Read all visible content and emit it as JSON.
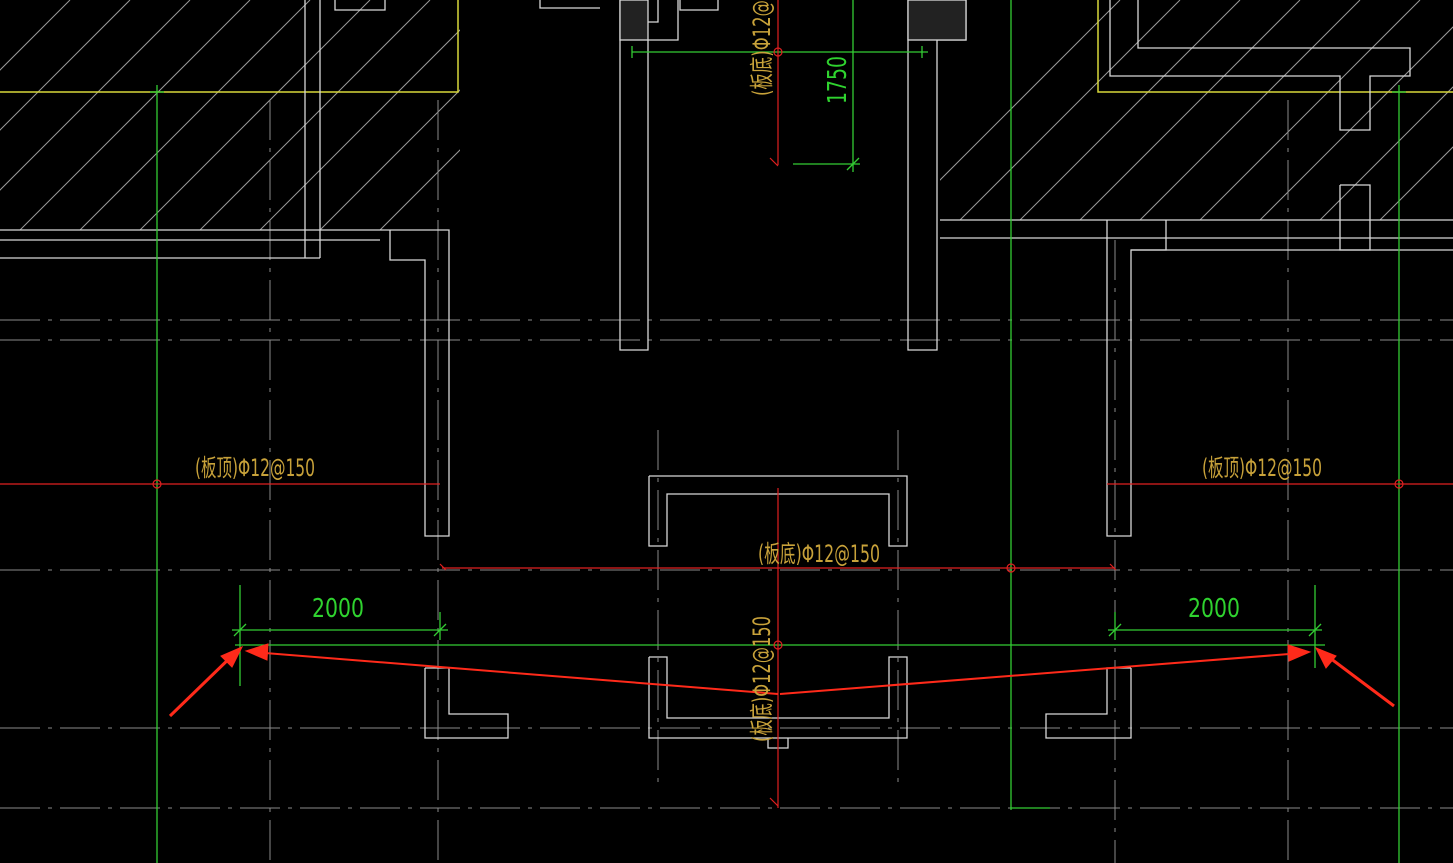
{
  "colors": {
    "background": "#000000",
    "wall_outline": "#d8d8d8",
    "axis_line": "#33cc33",
    "hatch": "#bdbdbd",
    "boundary": "#d8d83a",
    "rebar_line": "#e02020",
    "rebar_label": "#c8a23a",
    "dimension": "#2fd32f",
    "annotation_arrow": "#ff2a1a"
  },
  "labels": {
    "rebar_left_top": "(板顶)Φ12@150",
    "rebar_right_top": "(板顶)Φ12@150",
    "rebar_middle_bottom": "(板底)Φ12@150",
    "rebar_vertical_top": "(板底)Φ12@",
    "rebar_vertical_bottom": "(板底)Φ12@150"
  },
  "dimensions": {
    "left": "2000",
    "right": "2000",
    "top_vertical": "1750"
  },
  "icons": {
    "annotation": "red-arrow-icon"
  }
}
